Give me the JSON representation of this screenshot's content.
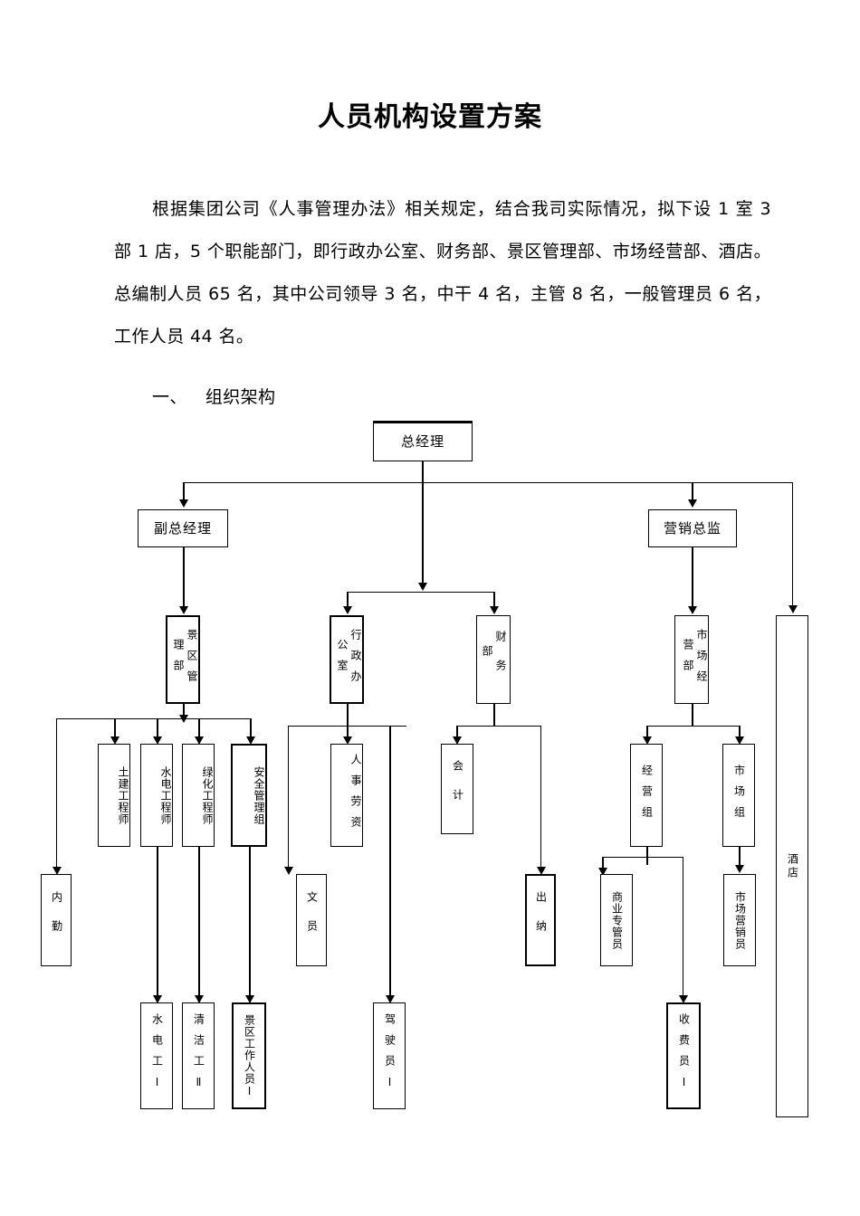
{
  "document": {
    "title": "人员机构设置方案",
    "paragraph": "根据集团公司《人事管理办法》相关规定，结合我司实际情况，拟下设 1 室 3 部 1 店，5 个职能部门，即行政办公室、财务部、景区管理部、市场经营部、酒店。总编制人员 65 名，其中公司领导 3 名，中干 4 名，主管 8 名，一般管理员 6 名，工作人员 44 名。",
    "section_number": "一、",
    "section_title": "组织架构"
  },
  "chart_data": {
    "type": "diagram",
    "title": "组织架构",
    "nodes": [
      {
        "id": "gm",
        "label": "总经理",
        "level": 0
      },
      {
        "id": "deputy_gm",
        "label": "副总经理",
        "level": 1
      },
      {
        "id": "mkt_director",
        "label": "营销总监",
        "level": 1
      },
      {
        "id": "scenic_dept",
        "label": "景区管理部",
        "level": 2
      },
      {
        "id": "admin_office",
        "label": "行政办公室",
        "level": 2
      },
      {
        "id": "finance_dept",
        "label": "财务部",
        "level": 2
      },
      {
        "id": "market_dept",
        "label": "市场经营部",
        "level": 2
      },
      {
        "id": "hotel",
        "label": "酒店",
        "level": 2
      },
      {
        "id": "civil_eng",
        "label": "土建工程师",
        "level": 3
      },
      {
        "id": "util_eng",
        "label": "水电工程师",
        "level": 3
      },
      {
        "id": "green_eng",
        "label": "绿化工程师",
        "level": 3
      },
      {
        "id": "safety_group",
        "label": "安全管理组",
        "level": 3
      },
      {
        "id": "hr_labor",
        "label": "人事劳资",
        "level": 3
      },
      {
        "id": "accountant",
        "label": "会计",
        "level": 3
      },
      {
        "id": "ops_group",
        "label": "经营组",
        "level": 3
      },
      {
        "id": "market_group",
        "label": "市场组",
        "level": 3
      },
      {
        "id": "office_staff",
        "label": "内勤",
        "level": 4
      },
      {
        "id": "clerk",
        "label": "文员",
        "level": 4
      },
      {
        "id": "cashier",
        "label": "出纳",
        "level": 4
      },
      {
        "id": "biz_officer",
        "label": "商业专管员",
        "level": 4
      },
      {
        "id": "mkt_staff",
        "label": "市场营销员",
        "level": 4
      },
      {
        "id": "elec_worker",
        "label": "水电工Ⅰ",
        "level": 5
      },
      {
        "id": "cleaner",
        "label": "清洁工Ⅱ",
        "level": 5
      },
      {
        "id": "scenic_staff",
        "label": "景区工作人员Ⅰ",
        "level": 5
      },
      {
        "id": "driver",
        "label": "驾驶员Ⅰ",
        "level": 5
      },
      {
        "id": "toll_clerk",
        "label": "收费员Ⅰ",
        "level": 5
      }
    ],
    "edges": [
      {
        "from": "gm",
        "to": "deputy_gm"
      },
      {
        "from": "gm",
        "to": "mkt_director"
      },
      {
        "from": "gm",
        "to": "admin_office"
      },
      {
        "from": "gm",
        "to": "finance_dept"
      },
      {
        "from": "gm",
        "to": "hotel"
      },
      {
        "from": "deputy_gm",
        "to": "scenic_dept"
      },
      {
        "from": "mkt_director",
        "to": "market_dept"
      },
      {
        "from": "scenic_dept",
        "to": "office_staff"
      },
      {
        "from": "scenic_dept",
        "to": "civil_eng"
      },
      {
        "from": "scenic_dept",
        "to": "util_eng"
      },
      {
        "from": "scenic_dept",
        "to": "green_eng"
      },
      {
        "from": "scenic_dept",
        "to": "safety_group"
      },
      {
        "from": "admin_office",
        "to": "clerk"
      },
      {
        "from": "admin_office",
        "to": "hr_labor"
      },
      {
        "from": "finance_dept",
        "to": "accountant"
      },
      {
        "from": "accountant",
        "to": "cashier"
      },
      {
        "from": "market_dept",
        "to": "ops_group"
      },
      {
        "from": "market_dept",
        "to": "market_group"
      },
      {
        "from": "ops_group",
        "to": "biz_officer"
      },
      {
        "from": "ops_group",
        "to": "toll_clerk"
      },
      {
        "from": "market_group",
        "to": "mkt_staff"
      },
      {
        "from": "util_eng",
        "to": "elec_worker"
      },
      {
        "from": "green_eng",
        "to": "cleaner"
      },
      {
        "from": "safety_group",
        "to": "scenic_staff"
      },
      {
        "from": "hr_labor",
        "to": "driver"
      }
    ]
  },
  "colors": {
    "ink": "#000000",
    "paper": "#ffffff"
  }
}
